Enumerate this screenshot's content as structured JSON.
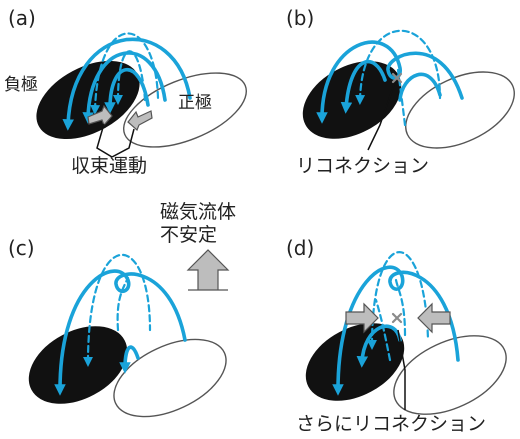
{
  "panels": {
    "a": {
      "label": "(a)",
      "negative_pole": "負極",
      "positive_pole": "正極",
      "motion": "収束運動"
    },
    "b": {
      "label": "(b)",
      "event": "リコネクション"
    },
    "c": {
      "label": "(c)",
      "instability_line1": "磁気流体",
      "instability_line2": "不安定"
    },
    "d": {
      "label": "(d)",
      "event": "さらにリコネクション"
    }
  },
  "colors": {
    "field_line": "#1aa3d9",
    "negative_pole": "#111111",
    "positive_pole_outline": "#555555",
    "arrow_fill": "#bdbdbd"
  }
}
